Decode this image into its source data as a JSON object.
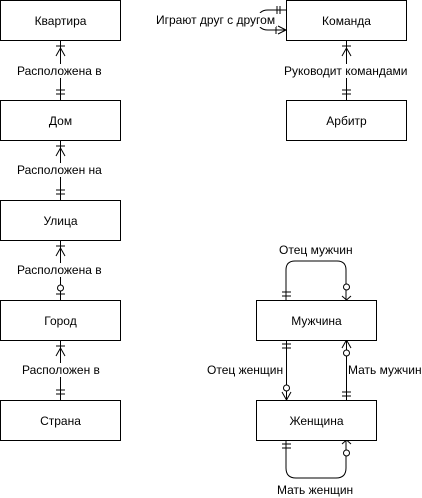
{
  "entities": {
    "apartment": "Квартира",
    "house": "Дом",
    "street": "Улица",
    "city": "Город",
    "country": "Страна",
    "team": "Команда",
    "referee": "Арбитр",
    "man": "Мужчина",
    "woman": "Женщина"
  },
  "relations": {
    "apartment_house": "Расположена в",
    "house_street": "Расположен на",
    "street_city": "Расположена в",
    "city_country": "Расположен в",
    "team_self": "Играют друг с другом",
    "team_referee": "Руководит командами",
    "man_self": "Отец мужчин",
    "woman_man_father": "Отец женщин",
    "man_woman_mother": "Мать мужчин",
    "woman_self": "Мать женщин"
  }
}
